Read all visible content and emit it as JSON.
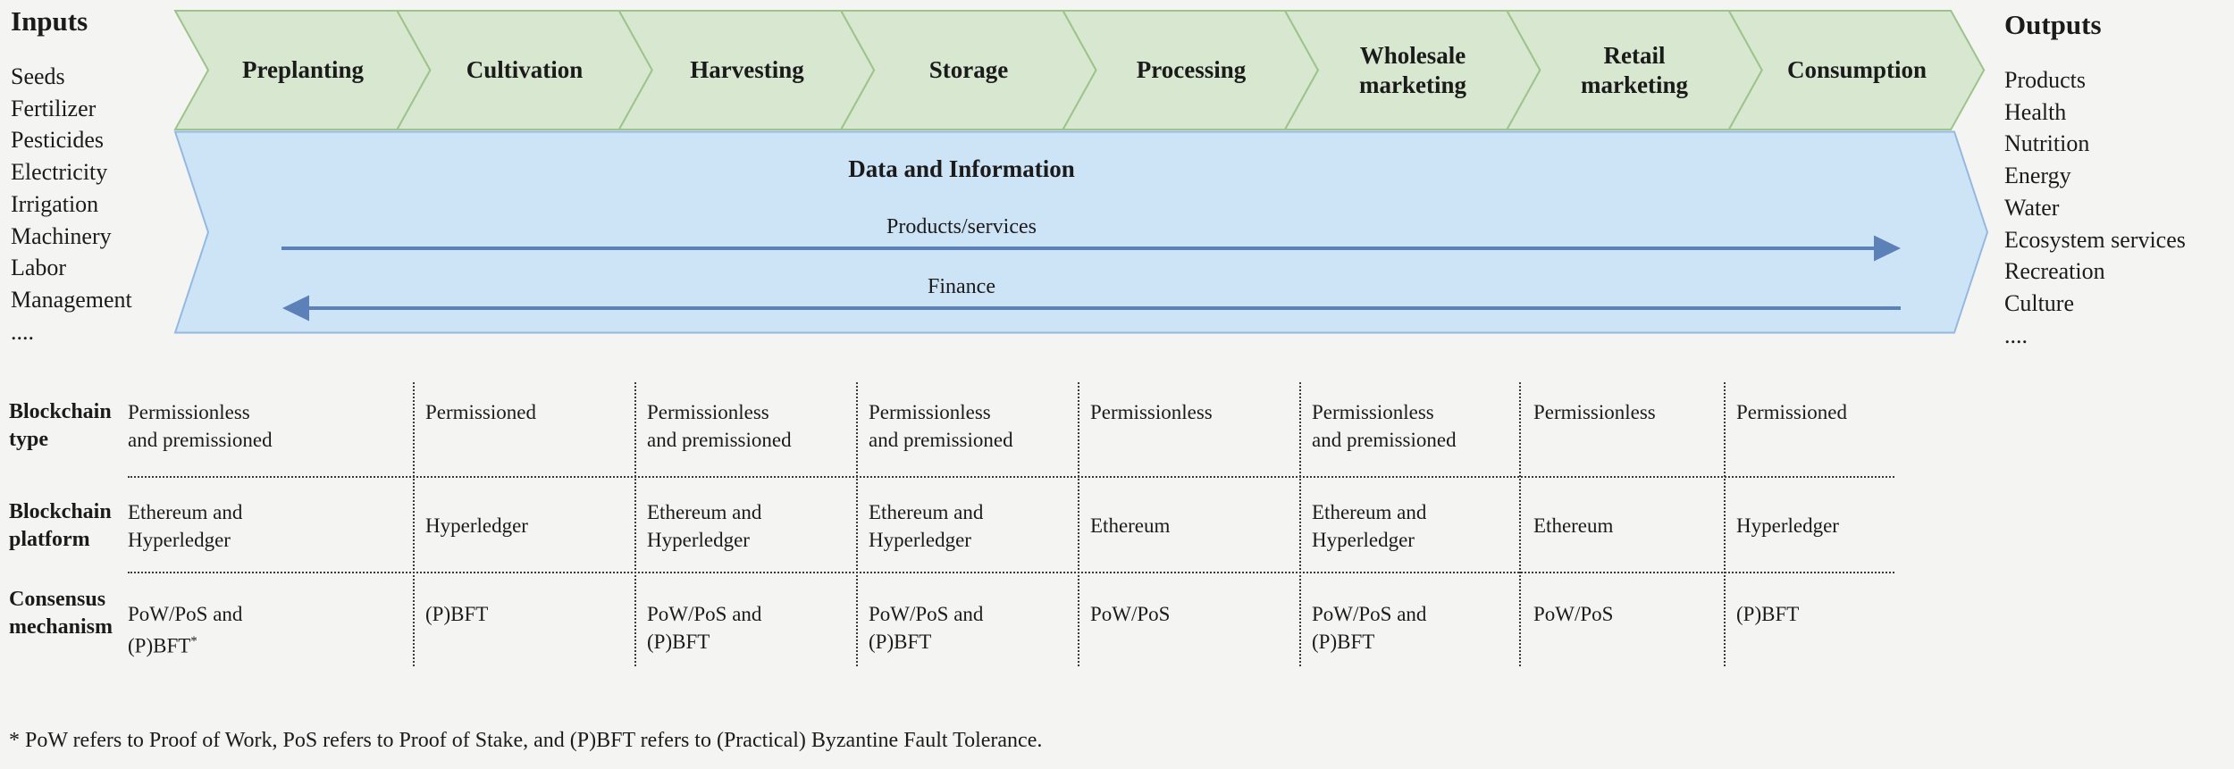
{
  "inputs": {
    "title": "Inputs",
    "items": [
      "Seeds",
      "Fertilizer",
      "Pesticides",
      "Electricity",
      "Irrigation",
      "Machinery",
      "Labor",
      "Management",
      "...."
    ]
  },
  "outputs": {
    "title": "Outputs",
    "items": [
      "Products",
      "Health",
      "Nutrition",
      "Energy",
      "Water",
      "Ecosystem services",
      "Recreation",
      "Culture",
      "...."
    ]
  },
  "stages": {
    "labels": [
      [
        "Preplanting"
      ],
      [
        "Cultivation"
      ],
      [
        "Harvesting"
      ],
      [
        "Storage"
      ],
      [
        "Processing"
      ],
      [
        "Wholesale",
        "marketing"
      ],
      [
        "Retail",
        "marketing"
      ],
      [
        "Consumption"
      ]
    ]
  },
  "flow": {
    "title": "Data and Information",
    "forward_label": "Products/services",
    "backward_label": "Finance"
  },
  "table": {
    "row_labels": [
      [
        "Blockchain",
        "type"
      ],
      [
        "Blockchain",
        "platform"
      ],
      [
        "Consensus",
        "mechanism"
      ]
    ],
    "rows": [
      {
        "cells": [
          [
            "Permissionless",
            "and premissioned"
          ],
          [
            "Permissioned"
          ],
          [
            "Permissionless",
            "and premissioned"
          ],
          [
            "Permissionless",
            "and premissioned"
          ],
          [
            "Permissionless"
          ],
          [
            "Permissionless",
            "and premissioned"
          ],
          [
            "Permissionless"
          ],
          [
            "Permissioned"
          ]
        ]
      },
      {
        "cells": [
          [
            "Ethereum and",
            "Hyperledger"
          ],
          [
            "Hyperledger"
          ],
          [
            "Ethereum and",
            "Hyperledger"
          ],
          [
            "Ethereum and",
            "Hyperledger"
          ],
          [
            "Ethereum"
          ],
          [
            "Ethereum and",
            "Hyperledger"
          ],
          [
            "Ethereum"
          ],
          [
            "Hyperledger"
          ]
        ]
      },
      {
        "cells": [
          [
            "PoW/PoS and",
            "(P)BFT*"
          ],
          [
            "(P)BFT"
          ],
          [
            "PoW/PoS and",
            "(P)BFT"
          ],
          [
            "PoW/PoS and",
            "(P)BFT"
          ],
          [
            "PoW/PoS"
          ],
          [
            "PoW/PoS and",
            "(P)BFT"
          ],
          [
            "PoW/PoS"
          ],
          [
            "(P)BFT"
          ]
        ]
      }
    ]
  },
  "footnote": "* PoW refers to Proof of Work, PoS refers to Proof of Stake, and (P)BFT refers to (Practical) Byzantine Fault Tolerance.",
  "colors": {
    "background": "#f4f4f2",
    "stage_fill": "#d8e7cf",
    "stage_border": "#9cc48b",
    "flow_fill": "#cde3f6",
    "flow_border": "#93b9e0",
    "arrow": "#5b81b8",
    "text": "#1b1b1b"
  }
}
